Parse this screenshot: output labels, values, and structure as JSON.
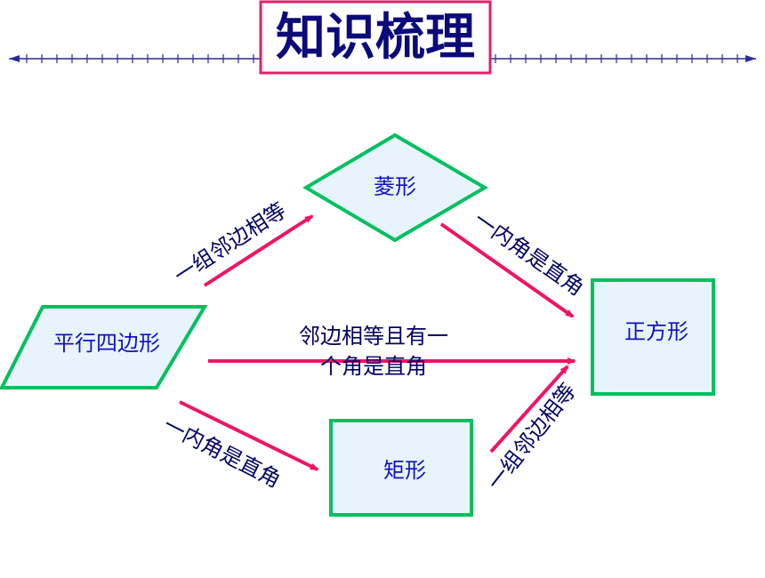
{
  "title": "知识梳理",
  "shapes": {
    "parallelogram": "平行四边形",
    "rhombus": "菱形",
    "rectangle": "矩形",
    "square": "正方形"
  },
  "conditions": {
    "para_to_rhombus": "一组邻边相等",
    "rhombus_to_square": "一内角是直角",
    "para_to_square_line1": "邻边相等且有一",
    "para_to_square_line2": "个角是直角",
    "para_to_rectangle": "一内角是直角",
    "rectangle_to_square": "一组邻边相等"
  },
  "colors": {
    "title_border": "#e0206b",
    "title_text": "#0a0a7a",
    "ruler": "#2a2a9a",
    "shape_stroke": "#00c060",
    "shape_fill": "#e8f4fb",
    "shape_text": "#1010c8",
    "arrow": "#ee1566",
    "label_text": "#000066"
  }
}
